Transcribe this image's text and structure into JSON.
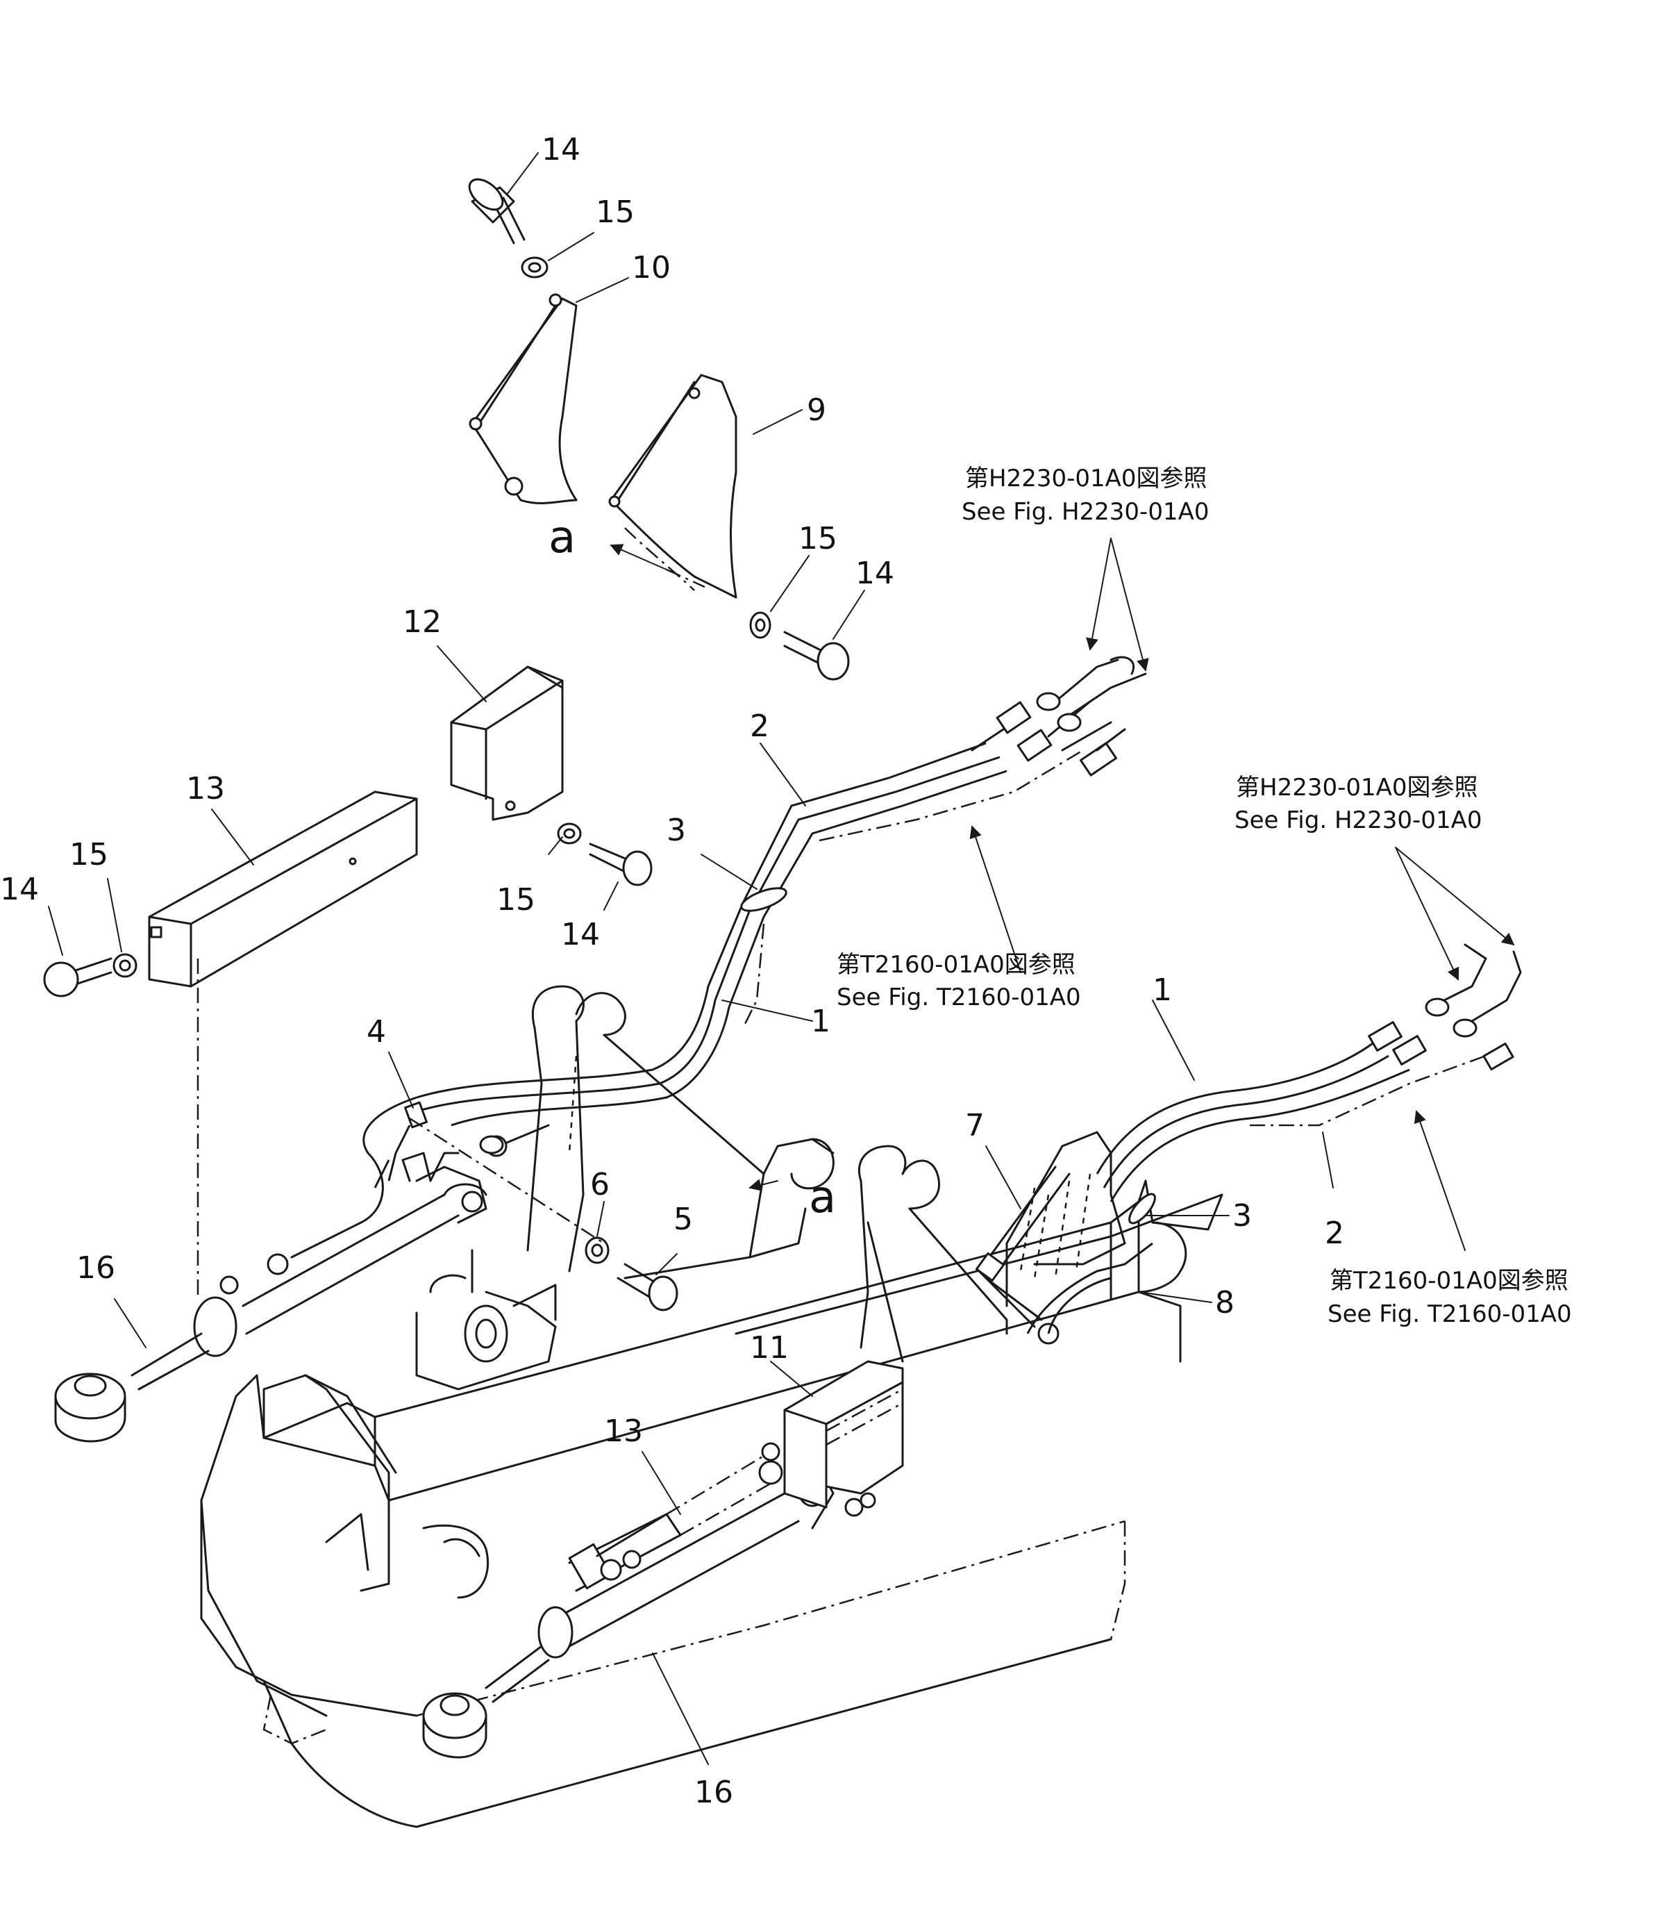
{
  "callouts": {
    "c14a": "14",
    "c15a": "15",
    "c10": "10",
    "c9": "9",
    "c15b": "15",
    "c14b": "14",
    "c12": "12",
    "c15c": "15",
    "c14c": "14",
    "c13a": "13",
    "c15d": "15",
    "c14d": "14",
    "c2a": "2",
    "c3a": "3",
    "c1a": "1",
    "c4": "4",
    "c6": "6",
    "c5": "5",
    "c16a": "16",
    "c1b": "1",
    "c7": "7",
    "c3b": "3",
    "c2b": "2",
    "c8": "8",
    "c11": "11",
    "c13b": "13",
    "c16b": "16"
  },
  "view_marks": {
    "a_top": "a",
    "a_mid": "a"
  },
  "references": {
    "h2230_top_jp": "第H2230-01A0図参照",
    "h2230_top_en": "See Fig. H2230-01A0",
    "h2230_right_jp": "第H2230-01A0図参照",
    "h2230_right_en": "See Fig. H2230-01A0",
    "t2160_mid_jp": "第T2160-01A0図参照",
    "t2160_mid_en": "See Fig. T2160-01A0",
    "t2160_right_jp": "第T2160-01A0図参照",
    "t2160_right_en": "See Fig. T2160-01A0"
  }
}
